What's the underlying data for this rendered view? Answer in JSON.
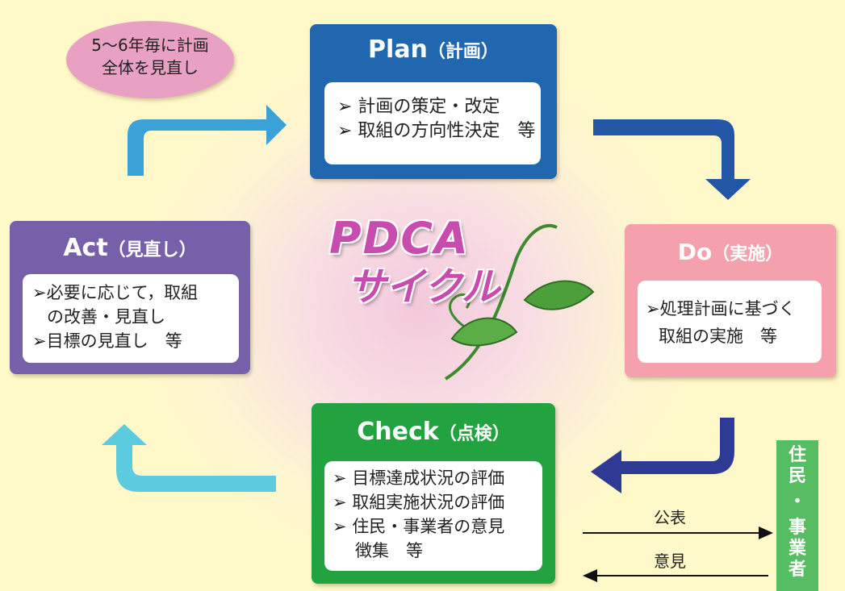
{
  "review_bubble": {
    "line1": "5～6年毎に計画",
    "line2": "全体を見直し"
  },
  "plan": {
    "title_en": "Plan",
    "title_jp": "（計画）",
    "items": [
      "➢ 計画の策定・改定",
      "➢ 取組の方向性決定　等"
    ]
  },
  "do": {
    "title_en": "Do",
    "title_jp": "（実施）",
    "items": [
      "➢処理計画に基づく",
      "取組の実施　等"
    ]
  },
  "check": {
    "title_en": "Check",
    "title_jp": "（点検）",
    "items": [
      "➢ 目標達成状況の評価",
      "➢ 取組実施状況の評価",
      "➢ 住民・事業者の意見",
      "徴集　等"
    ]
  },
  "act": {
    "title_en": "Act",
    "title_jp": "（見直し）",
    "items": [
      "➢必要に応じて，取組",
      "の改善・見直し",
      "➢目標の見直し　等"
    ]
  },
  "center": {
    "line1": "PDCA",
    "line2": "サイクル"
  },
  "side": {
    "label_chars": [
      "住",
      "民",
      "・",
      "事",
      "業",
      "者"
    ],
    "publish_label": "公表",
    "opinion_label": "意見"
  },
  "colors": {
    "plan": "#2167b0",
    "do": "#f4a1ad",
    "check": "#22a33f",
    "act": "#7760aa",
    "bubble": "#e8a1c3",
    "center_text": "#c84bae",
    "side": "#57bd62"
  }
}
